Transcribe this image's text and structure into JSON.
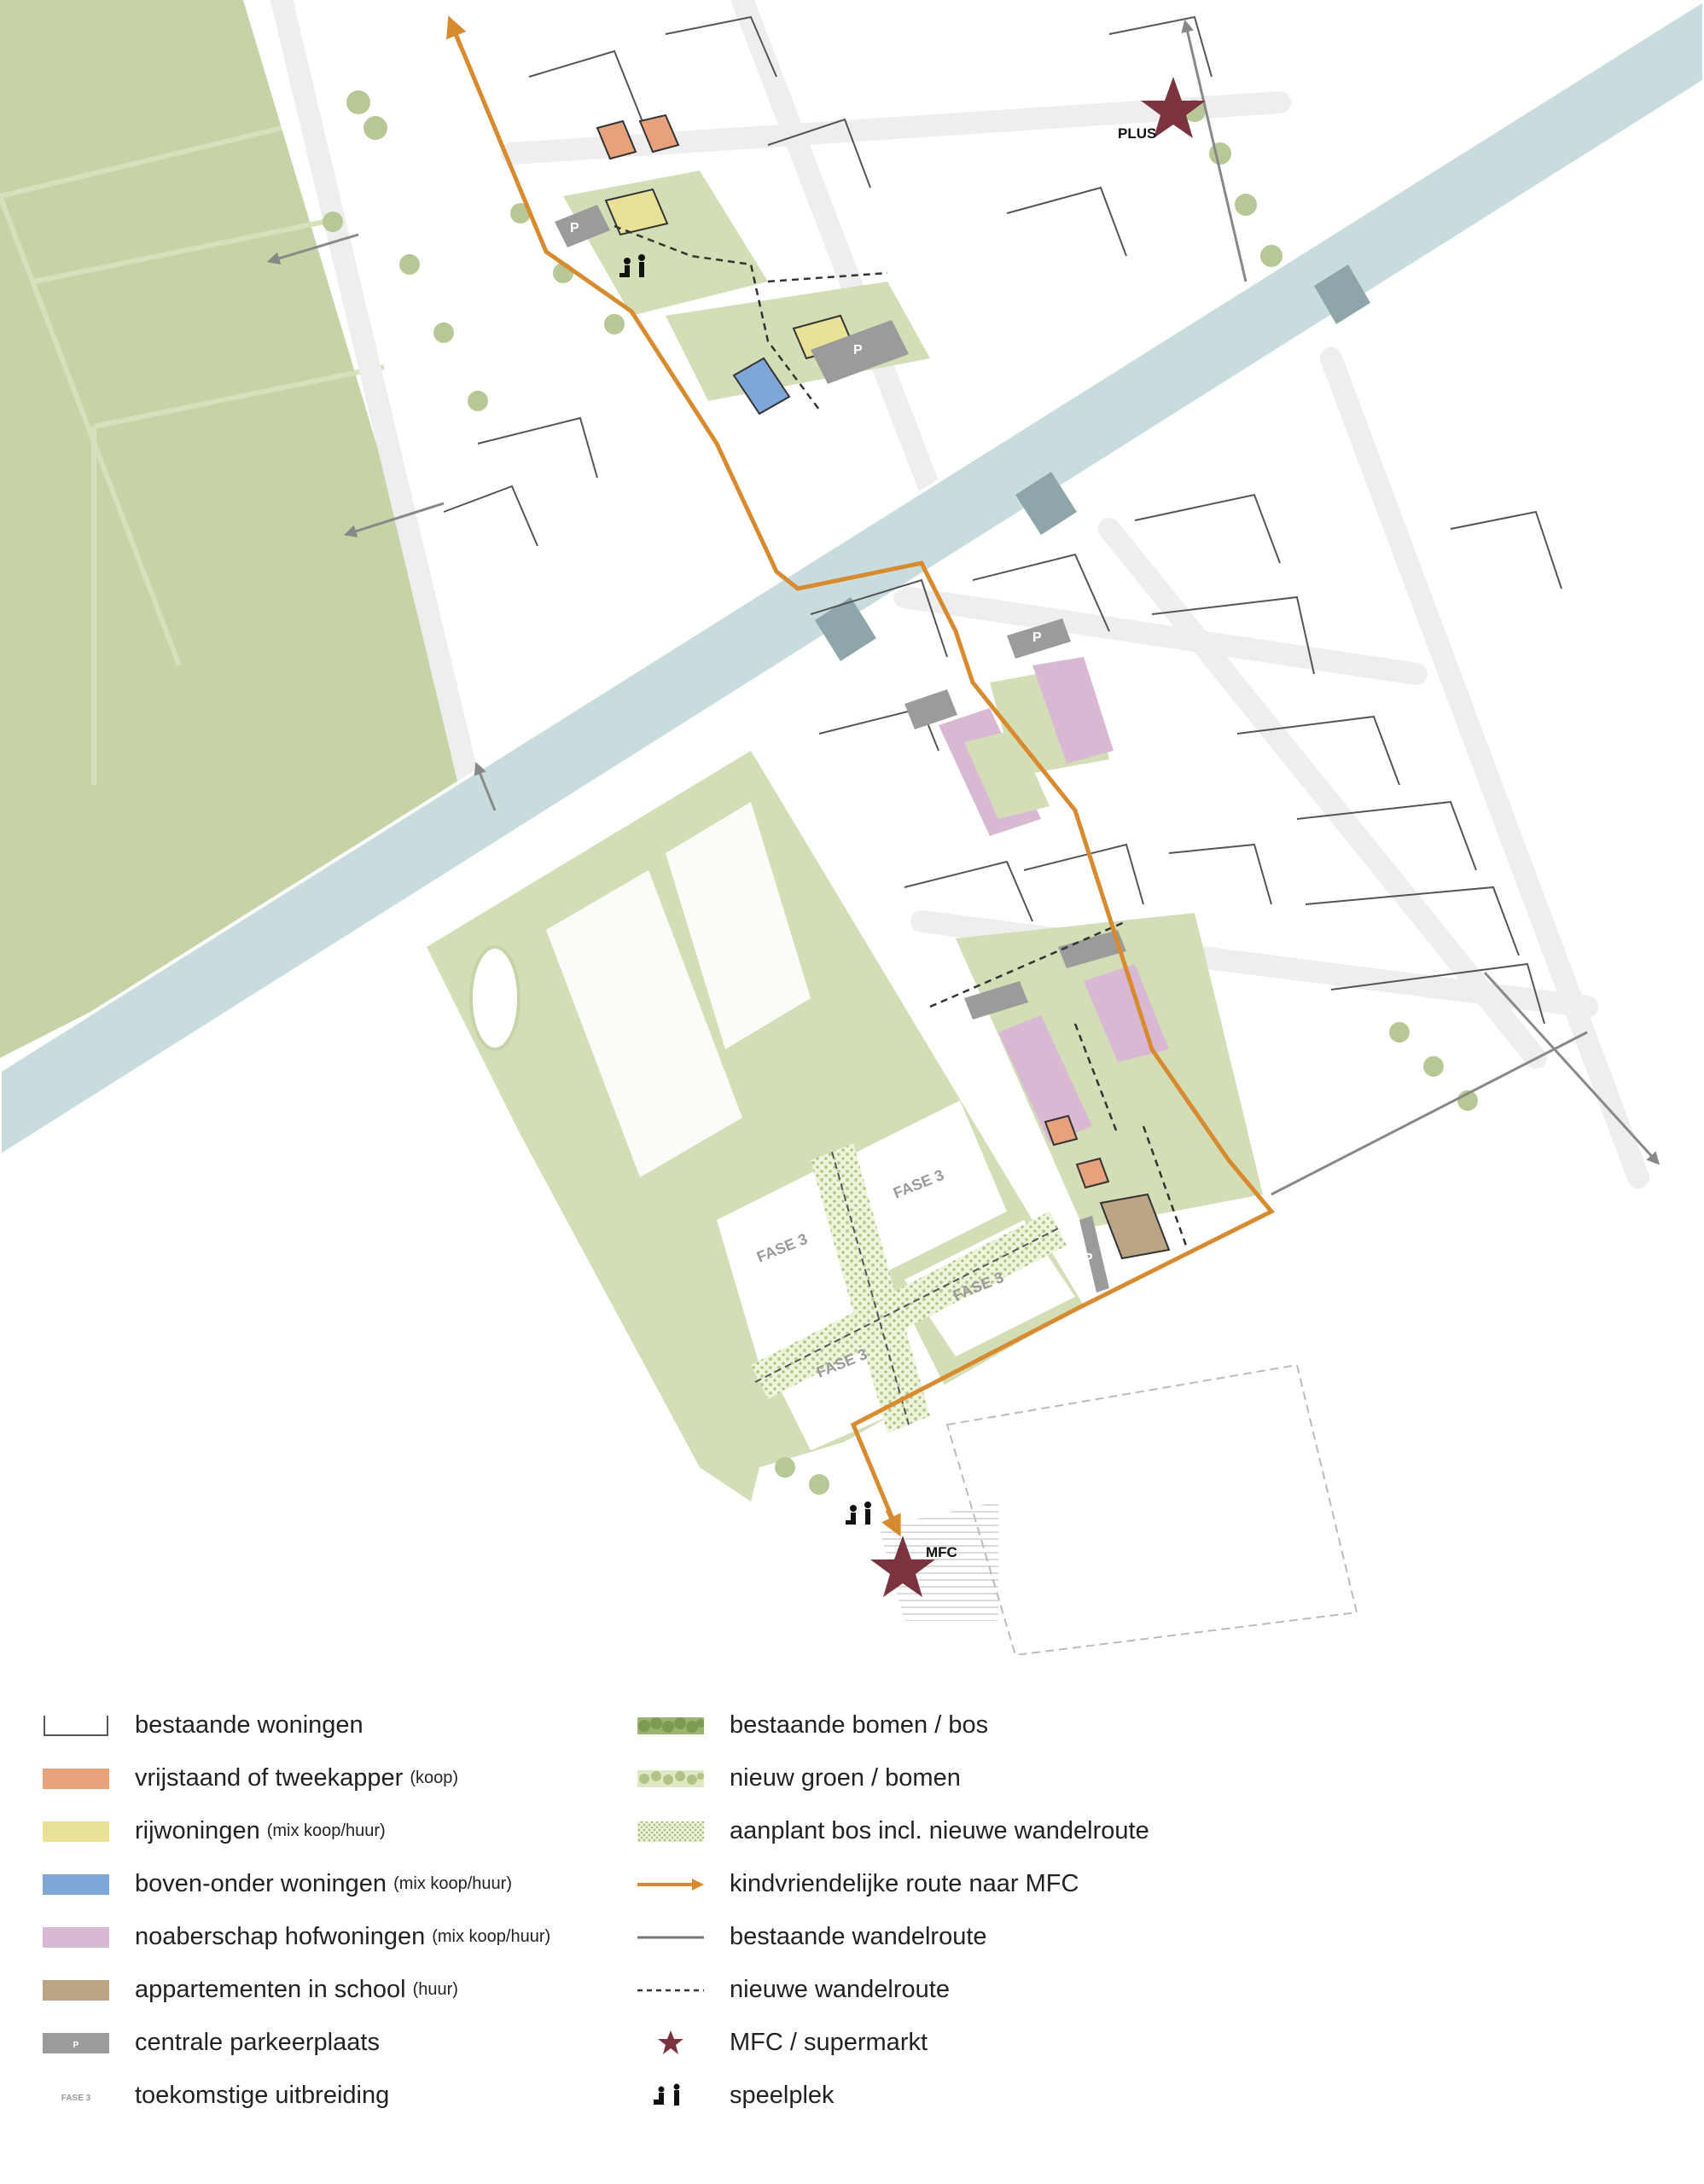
{
  "map": {
    "labels": {
      "plus": "PLUS",
      "mfc": "MFC",
      "parking": "P",
      "fase_1": "FASE 3",
      "fase_2": "FASE 3",
      "fase_3": "FASE 3",
      "fase_4": "FASE 3"
    },
    "colors": {
      "meadow": "#c5d3a6",
      "park": "#d3deb7",
      "canal": "#c9dcdd",
      "canal_bridge": "#8ea6a9",
      "route": "#d88a2f",
      "star": "#7b3340",
      "detached": "#e7a27b",
      "row_houses": "#e9e197",
      "upper_lower": "#7ea6d7",
      "courtyard": "#d9b8d4",
      "school_apartments": "#bca584",
      "parking": "#9b9b9b",
      "trees_existing": "#9ab36f",
      "trees_new": "#c7d5a1"
    }
  },
  "legend": {
    "left": [
      {
        "label": "bestaande woningen",
        "note": ""
      },
      {
        "label": "vrijstaand of tweekapper",
        "note": "(koop)"
      },
      {
        "label": "rijwoningen",
        "note": "(mix koop/huur)"
      },
      {
        "label": "boven-onder woningen",
        "note": "(mix koop/huur)"
      },
      {
        "label": "noaberschap hofwoningen",
        "note": "(mix koop/huur)"
      },
      {
        "label": "appartementen in school",
        "note": "(huur)"
      },
      {
        "label": "centrale parkeerplaats",
        "note": "",
        "swatch_text": "P"
      },
      {
        "label": "toekomstige uitbreiding",
        "note": "",
        "swatch_text": "FASE 3"
      }
    ],
    "right": [
      {
        "label": "bestaande bomen / bos"
      },
      {
        "label": "nieuw groen / bomen"
      },
      {
        "label": "aanplant bos incl. nieuwe wandelroute"
      },
      {
        "label": "kindvriendelijke route naar MFC"
      },
      {
        "label": "bestaande wandelroute"
      },
      {
        "label": "nieuwe wandelroute"
      },
      {
        "label": "MFC / supermarkt"
      },
      {
        "label": "speelplek"
      }
    ]
  }
}
